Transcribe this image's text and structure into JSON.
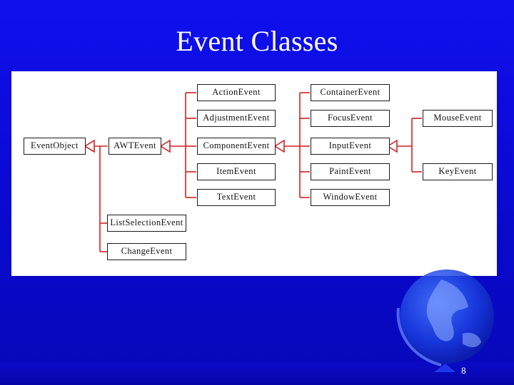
{
  "slide": {
    "title": "Event Classes",
    "page_number": "8"
  },
  "diagram": {
    "classes": {
      "event_object": "EventObject",
      "awt_event": "AWTEvent",
      "list_selection_event": "ListSelectionEvent",
      "change_event": "ChangeEvent",
      "action_event": "ActionEvent",
      "adjustment_event": "AdjustmentEvent",
      "component_event": "ComponentEvent",
      "item_event": "ItemEvent",
      "text_event": "TextEvent",
      "container_event": "ContainerEvent",
      "focus_event": "FocusEvent",
      "input_event": "InputEvent",
      "paint_event": "PaintEvent",
      "window_event": "WindowEvent",
      "mouse_event": "MouseEvent",
      "key_event": "KeyEvent"
    },
    "colors": {
      "connector": "#d42020",
      "box_border": "#1a1a1a",
      "background": "#ffffff"
    }
  }
}
